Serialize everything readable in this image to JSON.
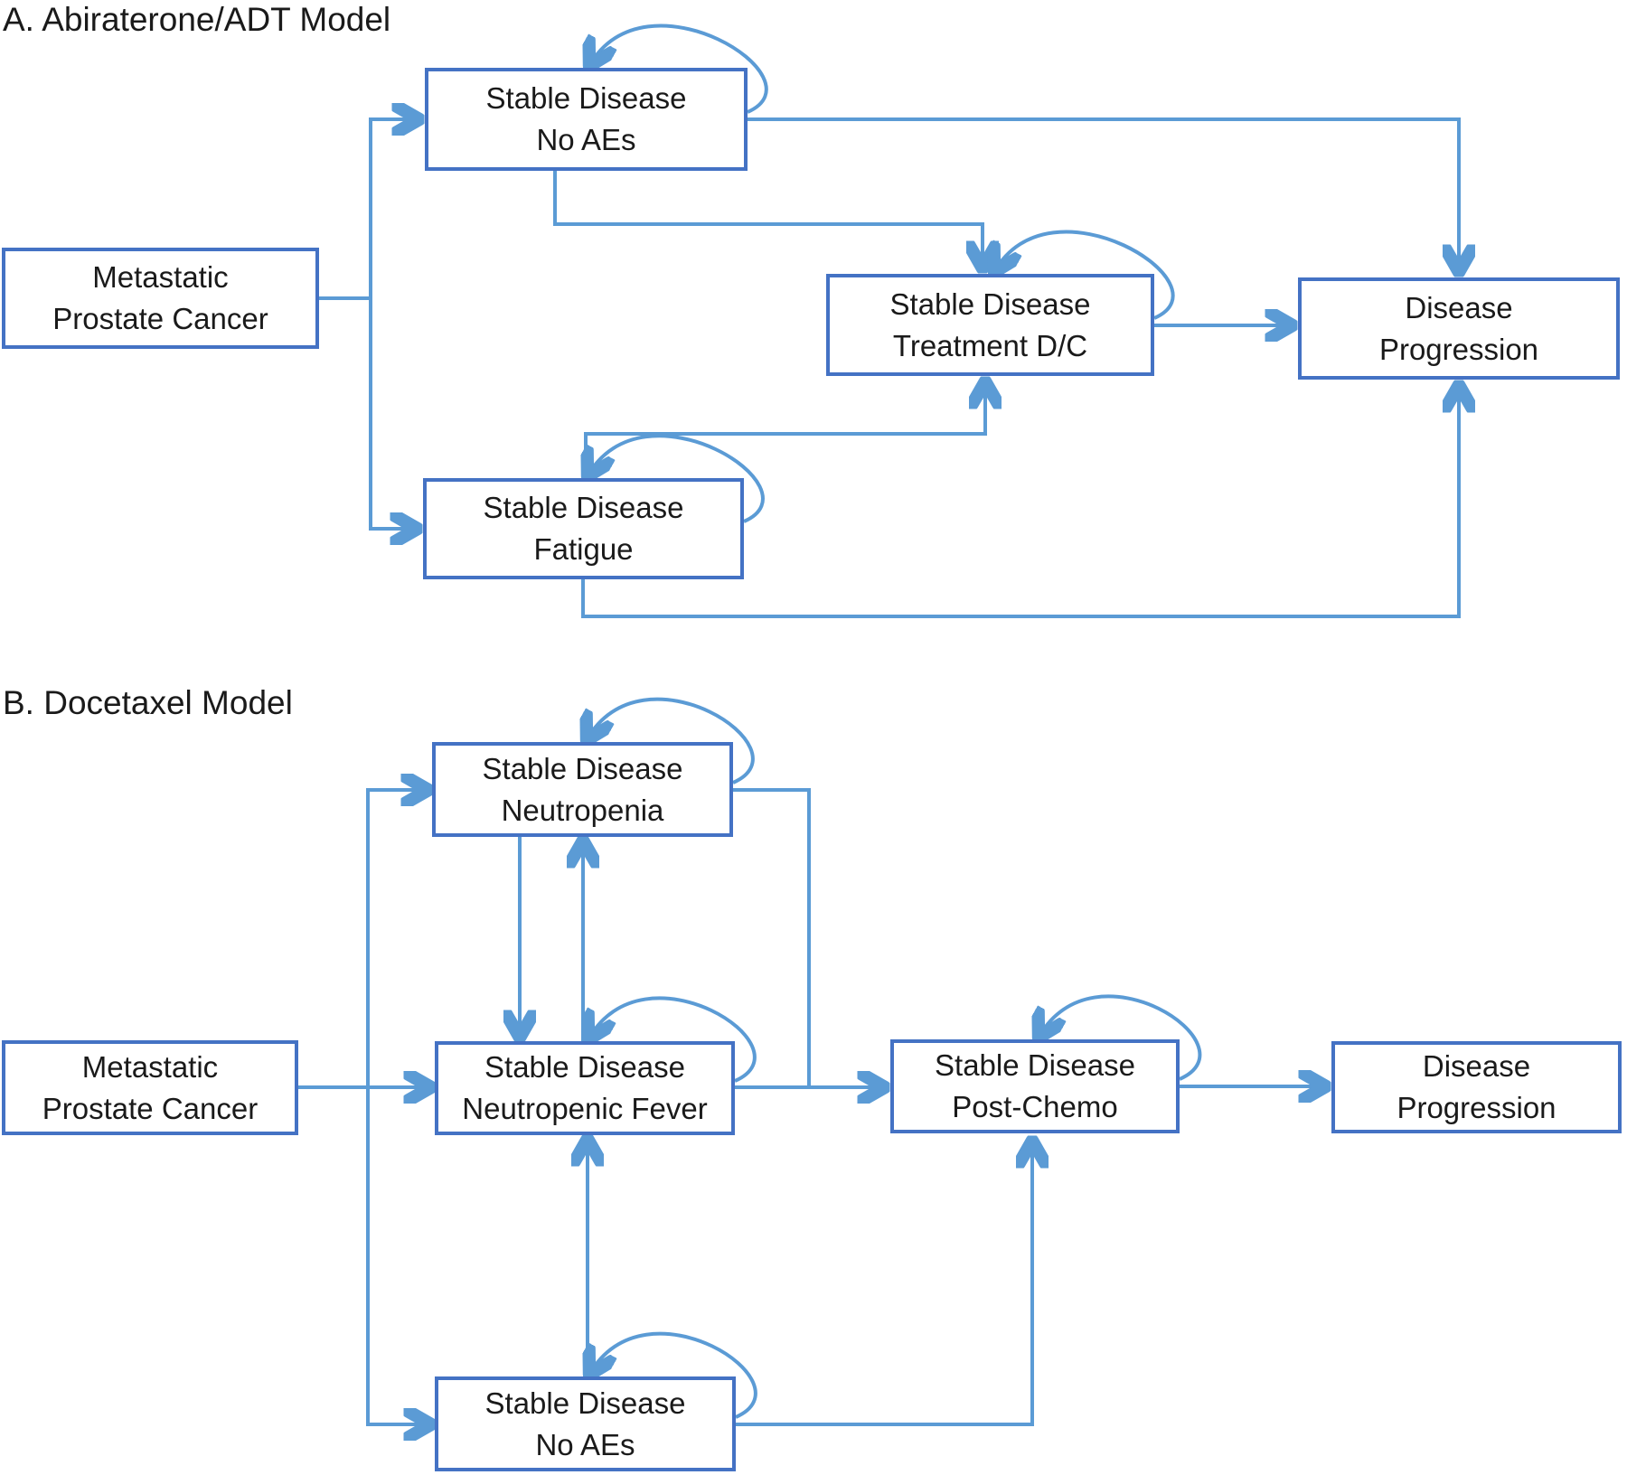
{
  "figure": {
    "type": "state-transition-diagram",
    "description_visible_panels": 2
  },
  "colors": {
    "background": "#FFFFFF",
    "box_border": "#4472C4",
    "box_fill": "#FFFFFF",
    "arrow": "#5B9BD5",
    "text": "#1A1A1A"
  },
  "panel_a": {
    "title": "A. Abiraterone/ADT Model",
    "nodes": {
      "metastatic": {
        "line1": "Metastatic",
        "line2": "Prostate Cancer"
      },
      "stable_no_aes": {
        "line1": "Stable Disease",
        "line2": "No AEs"
      },
      "stable_treatment_dc": {
        "line1": "Stable Disease",
        "line2": "Treatment D/C"
      },
      "disease_progression": {
        "line1": "Disease",
        "line2": "Progression"
      },
      "stable_fatigue": {
        "line1": "Stable Disease",
        "line2": "Fatigue"
      }
    },
    "edges": [
      {
        "from": "Metastatic Prostate Cancer",
        "to": "Stable Disease No AEs",
        "type": "transition"
      },
      {
        "from": "Metastatic Prostate Cancer",
        "to": "Stable Disease Fatigue",
        "type": "transition"
      },
      {
        "from": "Stable Disease No AEs",
        "to": "Disease Progression",
        "type": "transition"
      },
      {
        "from": "Stable Disease No AEs",
        "to": "Stable Disease Treatment D/C",
        "type": "transition"
      },
      {
        "from": "Stable Disease Fatigue",
        "to": "Stable Disease Treatment D/C",
        "type": "transition"
      },
      {
        "from": "Stable Disease Fatigue",
        "to": "Disease Progression",
        "type": "transition"
      },
      {
        "from": "Stable Disease Treatment D/C",
        "to": "Disease Progression",
        "type": "transition"
      },
      {
        "from": "Stable Disease No AEs",
        "to": "Stable Disease No AEs",
        "type": "self-loop"
      },
      {
        "from": "Stable Disease Treatment D/C",
        "to": "Stable Disease Treatment D/C",
        "type": "self-loop"
      },
      {
        "from": "Stable Disease Fatigue",
        "to": "Stable Disease Fatigue",
        "type": "self-loop"
      }
    ]
  },
  "panel_b": {
    "title": "B. Docetaxel Model",
    "nodes": {
      "metastatic": {
        "line1": "Metastatic",
        "line2": "Prostate Cancer"
      },
      "stable_neutropenia": {
        "line1": "Stable Disease",
        "line2": "Neutropenia"
      },
      "stable_neutropenic_fever": {
        "line1": "Stable Disease",
        "line2": "Neutropenic Fever"
      },
      "stable_post_chemo": {
        "line1": "Stable Disease",
        "line2": "Post-Chemo"
      },
      "disease_progression": {
        "line1": "Disease",
        "line2": "Progression"
      },
      "stable_no_aes": {
        "line1": "Stable Disease",
        "line2": "No AEs"
      }
    },
    "edges": [
      {
        "from": "Metastatic Prostate Cancer",
        "to": "Stable Disease Neutropenia",
        "type": "transition"
      },
      {
        "from": "Metastatic Prostate Cancer",
        "to": "Stable Disease Neutropenic Fever",
        "type": "transition"
      },
      {
        "from": "Metastatic Prostate Cancer",
        "to": "Stable Disease No AEs",
        "type": "transition"
      },
      {
        "from": "Stable Disease Neutropenia",
        "to": "Stable Disease Neutropenic Fever",
        "type": "transition"
      },
      {
        "from": "Stable Disease Neutropenic Fever",
        "to": "Stable Disease Neutropenia",
        "type": "transition"
      },
      {
        "from": "Stable Disease No AEs",
        "to": "Stable Disease Neutropenic Fever",
        "type": "transition"
      },
      {
        "from": "Stable Disease Neutropenia",
        "to": "Stable Disease Post-Chemo",
        "type": "transition"
      },
      {
        "from": "Stable Disease Neutropenic Fever",
        "to": "Stable Disease Post-Chemo",
        "type": "transition"
      },
      {
        "from": "Stable Disease No AEs",
        "to": "Stable Disease Post-Chemo",
        "type": "transition"
      },
      {
        "from": "Stable Disease Post-Chemo",
        "to": "Disease Progression",
        "type": "transition"
      },
      {
        "from": "Stable Disease Neutropenia",
        "to": "Stable Disease Neutropenia",
        "type": "self-loop"
      },
      {
        "from": "Stable Disease Neutropenic Fever",
        "to": "Stable Disease Neutropenic Fever",
        "type": "self-loop"
      },
      {
        "from": "Stable Disease Post-Chemo",
        "to": "Stable Disease Post-Chemo",
        "type": "self-loop"
      },
      {
        "from": "Stable Disease No AEs",
        "to": "Stable Disease No AEs",
        "type": "self-loop"
      }
    ]
  }
}
